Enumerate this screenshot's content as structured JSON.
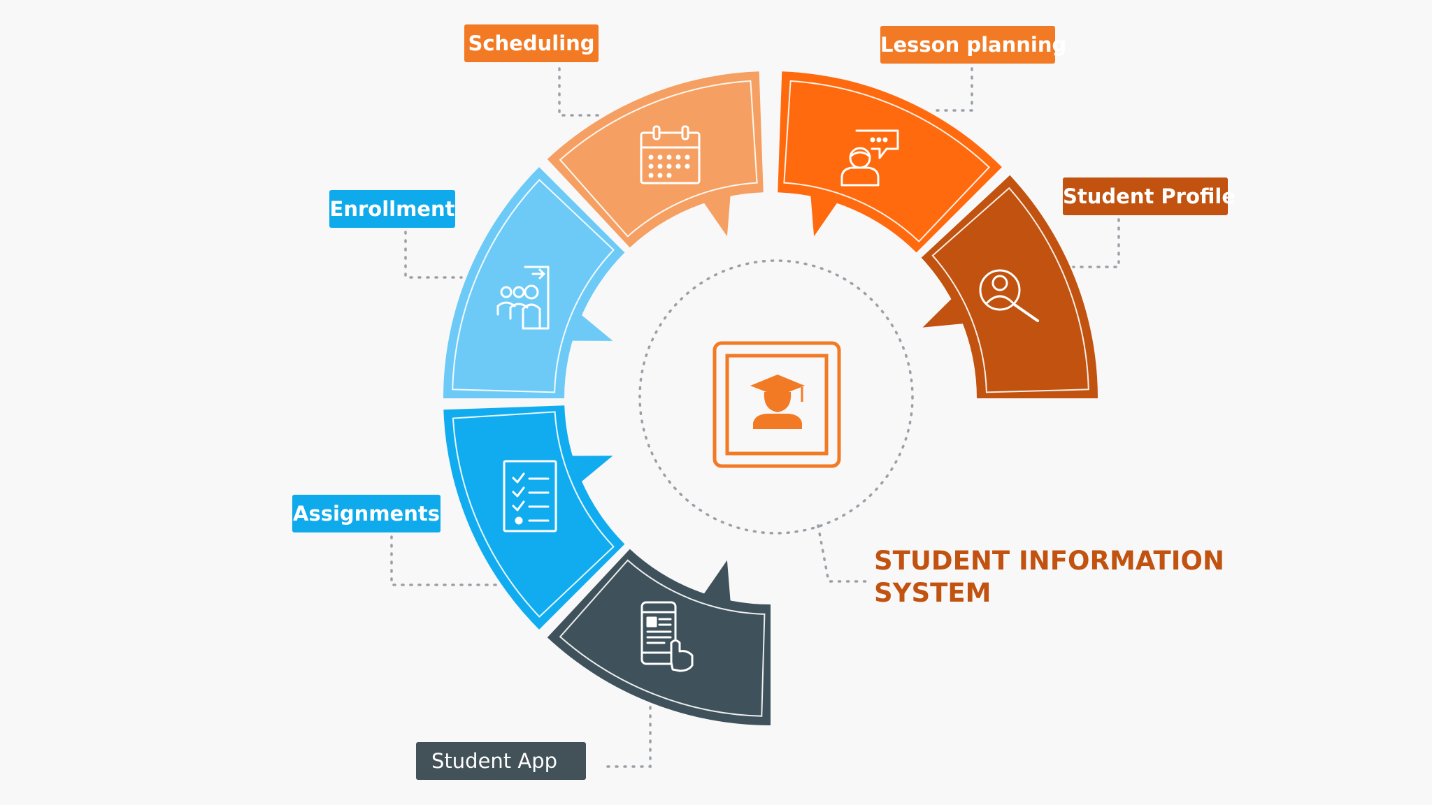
{
  "colors": {
    "background": "#f8f8f9",
    "scheduling": "#f5a062",
    "scheduling_tag": "#f37a24",
    "lesson_planning": "#ff6a0e",
    "lesson_planning_tag": "#f37a24",
    "student_profile": "#c1520f",
    "student_profile_tag": "#c1520f",
    "enrollment": "#6dcaf7",
    "enrollment_tag": "#0eaaeb",
    "assignments": "#11acef",
    "assignments_tag": "#0eaaeb",
    "student_app": "#3f525b",
    "student_app_tag": "#435158",
    "center_orange": "#f37a24",
    "title": "#c1520f",
    "dotted": "#9aa0a6"
  },
  "modules": [
    {
      "id": "scheduling",
      "label": "Scheduling",
      "icon": "calendar-icon"
    },
    {
      "id": "lesson_planning",
      "label": "Lesson planning",
      "icon": "teacher-speech-icon"
    },
    {
      "id": "student_profile",
      "label": "Student Profile",
      "icon": "user-search-icon"
    },
    {
      "id": "enrollment",
      "label": "Enrollment",
      "icon": "group-door-icon"
    },
    {
      "id": "assignments",
      "label": "Assignments",
      "icon": "checklist-icon"
    },
    {
      "id": "student_app",
      "label": "Student App",
      "icon": "mobile-tap-icon"
    }
  ],
  "center": {
    "icon": "graduate-icon",
    "title_line1": "STUDENT INFORMATION",
    "title_line2": "SYSTEM"
  }
}
